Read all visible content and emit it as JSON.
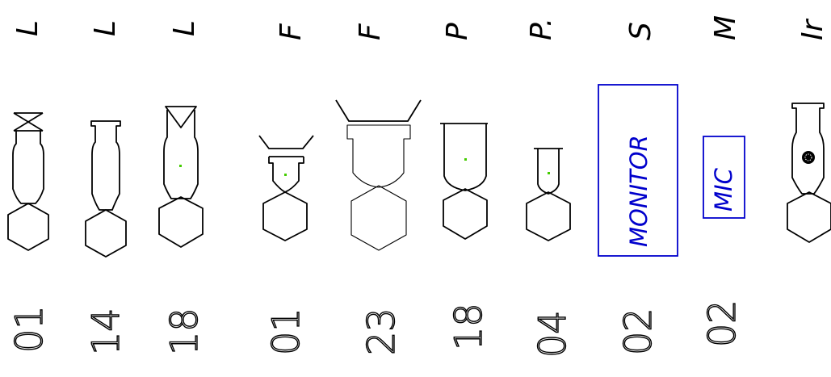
{
  "columns": [
    {
      "id": "c1",
      "header": "L",
      "number": "01",
      "symbol": "ellipsoidal-x-top",
      "dot": false
    },
    {
      "id": "c2",
      "header": "L",
      "number": "14",
      "symbol": "ellipsoidal-plain",
      "dot": false
    },
    {
      "id": "c3",
      "header": "L",
      "number": "18",
      "symbol": "ellipsoidal-v-top",
      "dot": true
    },
    {
      "id": "c4",
      "header": "F",
      "number": "01",
      "symbol": "fresnel-small",
      "dot": true
    },
    {
      "id": "c5",
      "header": "F",
      "number": "23",
      "symbol": "fresnel-large",
      "dot": false
    },
    {
      "id": "c6",
      "header": "P",
      "number": "18",
      "symbol": "par-large",
      "dot": true
    },
    {
      "id": "c7",
      "header": "P.",
      "number": "04",
      "symbol": "par-small",
      "dot": true
    },
    {
      "id": "c8",
      "header": "S",
      "number": "02",
      "symbol": "monitor-box",
      "label": "MONITOR"
    },
    {
      "id": "c9",
      "header": "M",
      "number": "02",
      "symbol": "mic-box",
      "label": "MIC"
    },
    {
      "id": "c10",
      "header": "Ir",
      "number": "",
      "symbol": "ellipsoidal-gobo",
      "dot": false
    }
  ],
  "colors": {
    "label": "#0000cc",
    "dot": "#44cc00",
    "line": "#000000"
  }
}
